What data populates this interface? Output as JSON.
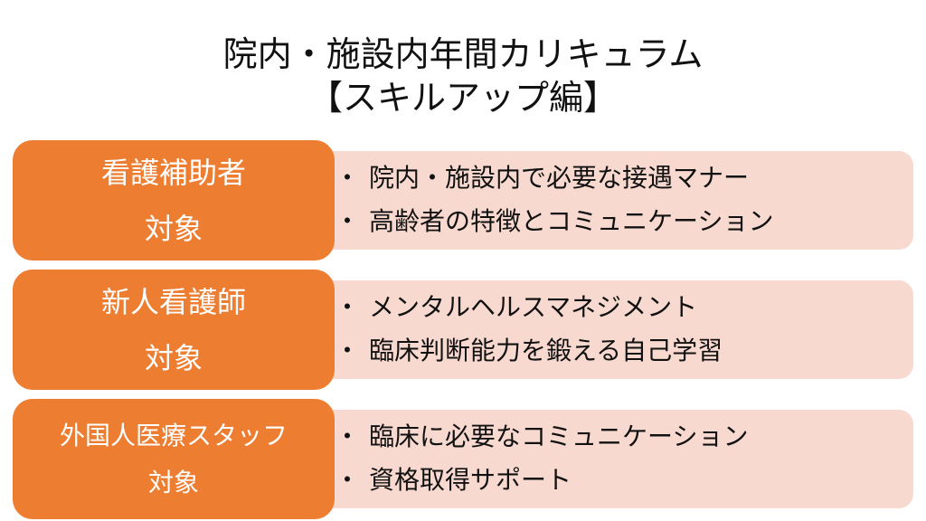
{
  "title": {
    "line1": "院内・施設内年間カリキュラム",
    "line2": "【スキルアップ編】"
  },
  "rows": [
    {
      "target": "看護補助者",
      "suffix": "対象",
      "items": [
        "院内・施設内で必要な接遇マナー",
        "高齢者の特徴とコミュニケーション"
      ]
    },
    {
      "target": "新人看護師",
      "suffix": "対象",
      "items": [
        "メンタルヘルスマネジメント",
        "臨床判断能力を鍛える自己学習"
      ]
    },
    {
      "target": "外国人医療スタッフ",
      "suffix": "対象",
      "items": [
        "臨床に必要なコミュニケーション",
        "資格取得サポート"
      ]
    }
  ],
  "colors": {
    "orange": "#ED7D31",
    "pink": "#F8D9D0"
  }
}
